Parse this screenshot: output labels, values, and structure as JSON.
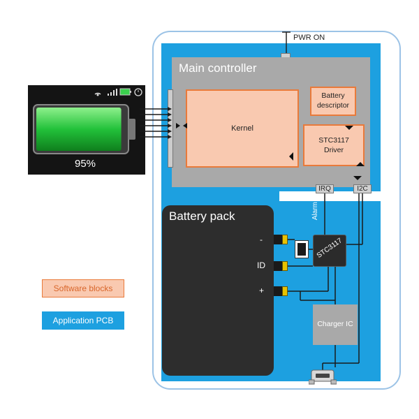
{
  "phone_status": {
    "battery_percent_text": "95%",
    "battery_level": 0.95
  },
  "main_controller": {
    "title": "Main controller",
    "kernel": "Kernel",
    "battery_descriptor": [
      "Battery",
      "descriptor"
    ],
    "driver": [
      "STC3117",
      "Driver"
    ]
  },
  "signals": {
    "pwr_on": "PWR ON",
    "irq": "IRQ",
    "i2c": "I2C",
    "alarm": "Alarm"
  },
  "battery_pack": {
    "title": "Battery pack",
    "pin_minus": "-",
    "pin_id": "ID",
    "pin_plus": "+"
  },
  "gauge_chip": "STC3117",
  "charger": "Charger IC",
  "legend": {
    "software_blocks": "Software blocks",
    "application_pcb": "Application PCB"
  },
  "colors": {
    "pcb_blue": "#1da0e0",
    "software_fill": "#f9c9b0",
    "software_border": "#e97a3a",
    "controller_gray": "#a9a9a9",
    "battery_green": "#22c13a"
  }
}
